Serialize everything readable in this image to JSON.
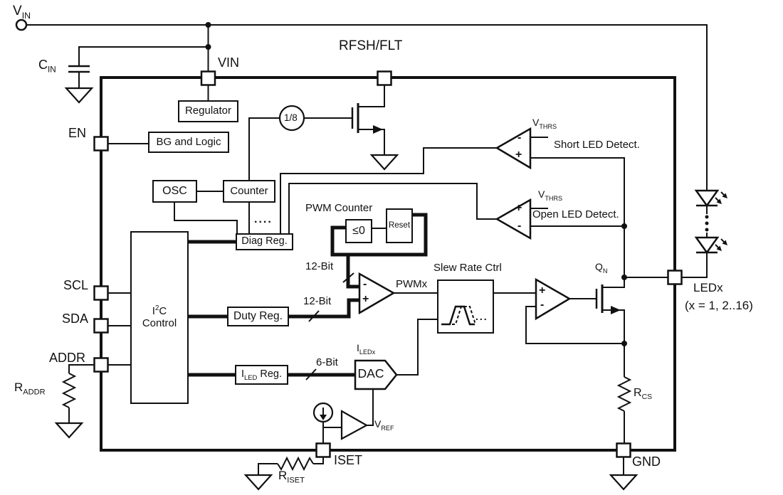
{
  "supply": {
    "v": "V",
    "v_sub": "IN"
  },
  "pins": {
    "vin": "VIN",
    "rfsh_flt": "RFSH/FLT",
    "en": "EN",
    "scl": "SCL",
    "sda": "SDA",
    "addr": "ADDR",
    "iset": "ISET",
    "gnd": "GND"
  },
  "led_output": {
    "label": "LEDx",
    "note": "(x = 1, 2..16)"
  },
  "blocks": {
    "regulator": "Regulator",
    "bg_logic": "BG and Logic",
    "osc": "OSC",
    "counter": "Counter",
    "diag_reg": "Diag Reg.",
    "pwm_counter": "PWM Counter",
    "lte_zero": "≤0",
    "reset": "Reset",
    "duty_reg": "Duty Reg.",
    "iled_reg": {
      "pre": "I",
      "sub": "LED",
      "post": " Reg."
    },
    "dac": "DAC",
    "slew": "Slew Rate Ctrl",
    "i2c": {
      "pre": "I",
      "sup": "2",
      "post": "C",
      "line2": "Control"
    }
  },
  "signals": {
    "divider": "1/8",
    "bit12_top": "12-Bit",
    "bit12_bottom": "12-Bit",
    "bit6": "6-Bit",
    "pwmx": "PWMx",
    "short_detect": "Short LED Detect.",
    "open_detect": "Open LED Detect.",
    "vthrs_short": {
      "main": "V",
      "sub": "THRS"
    },
    "vthrs_open": {
      "main": "V",
      "sub": "THRS"
    },
    "iledx": {
      "main": "I",
      "sub": "LEDx"
    },
    "vref": {
      "main": "V",
      "sub": "REF"
    },
    "qn": {
      "main": "Q",
      "sub": "N"
    },
    "dots_diag": "....",
    "dots_slew": "..."
  },
  "components": {
    "cin": {
      "main": "C",
      "sub": "IN"
    },
    "raddr": {
      "main": "R",
      "sub": "ADDR"
    },
    "riset": {
      "main": "R",
      "sub": "ISET"
    },
    "rcs": {
      "main": "R",
      "sub": "CS"
    }
  },
  "marks": {
    "plus": "+",
    "minus": "-"
  }
}
